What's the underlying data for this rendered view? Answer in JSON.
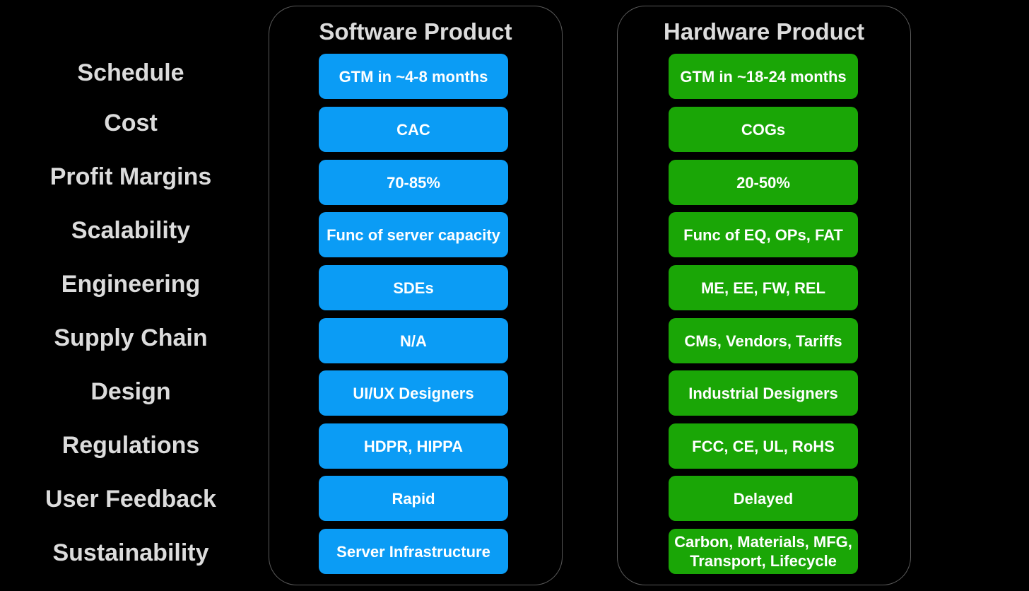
{
  "colors": {
    "background": "#000000",
    "software_cell": "#0b9cf5",
    "hardware_cell": "#1aa606",
    "label_text": "#dcdcdc",
    "panel_border": "#5a5a5a"
  },
  "rows": [
    "Schedule",
    "Cost",
    "Profit Margins",
    "Scalability",
    "Engineering",
    "Supply Chain",
    "Design",
    "Regulations",
    "User Feedback",
    "Sustainability"
  ],
  "software": {
    "title": "Software Product",
    "cells": [
      "GTM in ~4-8 months",
      "CAC",
      "70-85%",
      "Func of server capacity",
      "SDEs",
      "N/A",
      "UI/UX Designers",
      "HDPR, HIPPA",
      "Rapid",
      "Server Infrastructure"
    ]
  },
  "hardware": {
    "title": "Hardware Product",
    "cells": [
      "GTM in ~18-24 months",
      "COGs",
      "20-50%",
      "Func of EQ, OPs, FAT",
      "ME, EE, FW, REL",
      "CMs, Vendors, Tariffs",
      "Industrial Designers",
      "FCC, CE, UL, RoHS",
      "Delayed",
      "Carbon, Materials, MFG,\nTransport, Lifecycle"
    ]
  }
}
